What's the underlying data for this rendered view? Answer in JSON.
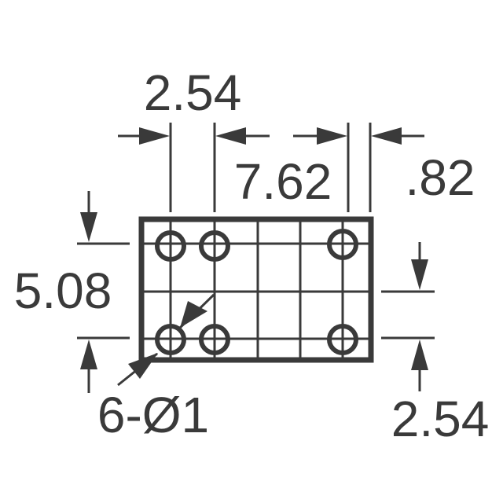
{
  "dimensions": {
    "top_pitch": "2.54",
    "span": "7.62",
    "edge_offset": ".82",
    "row_spacing": "5.08",
    "holes": "6-Ø1",
    "bottom_offset": "2.54"
  },
  "colors": {
    "line": "#3a3a3a",
    "background": "#ffffff"
  }
}
